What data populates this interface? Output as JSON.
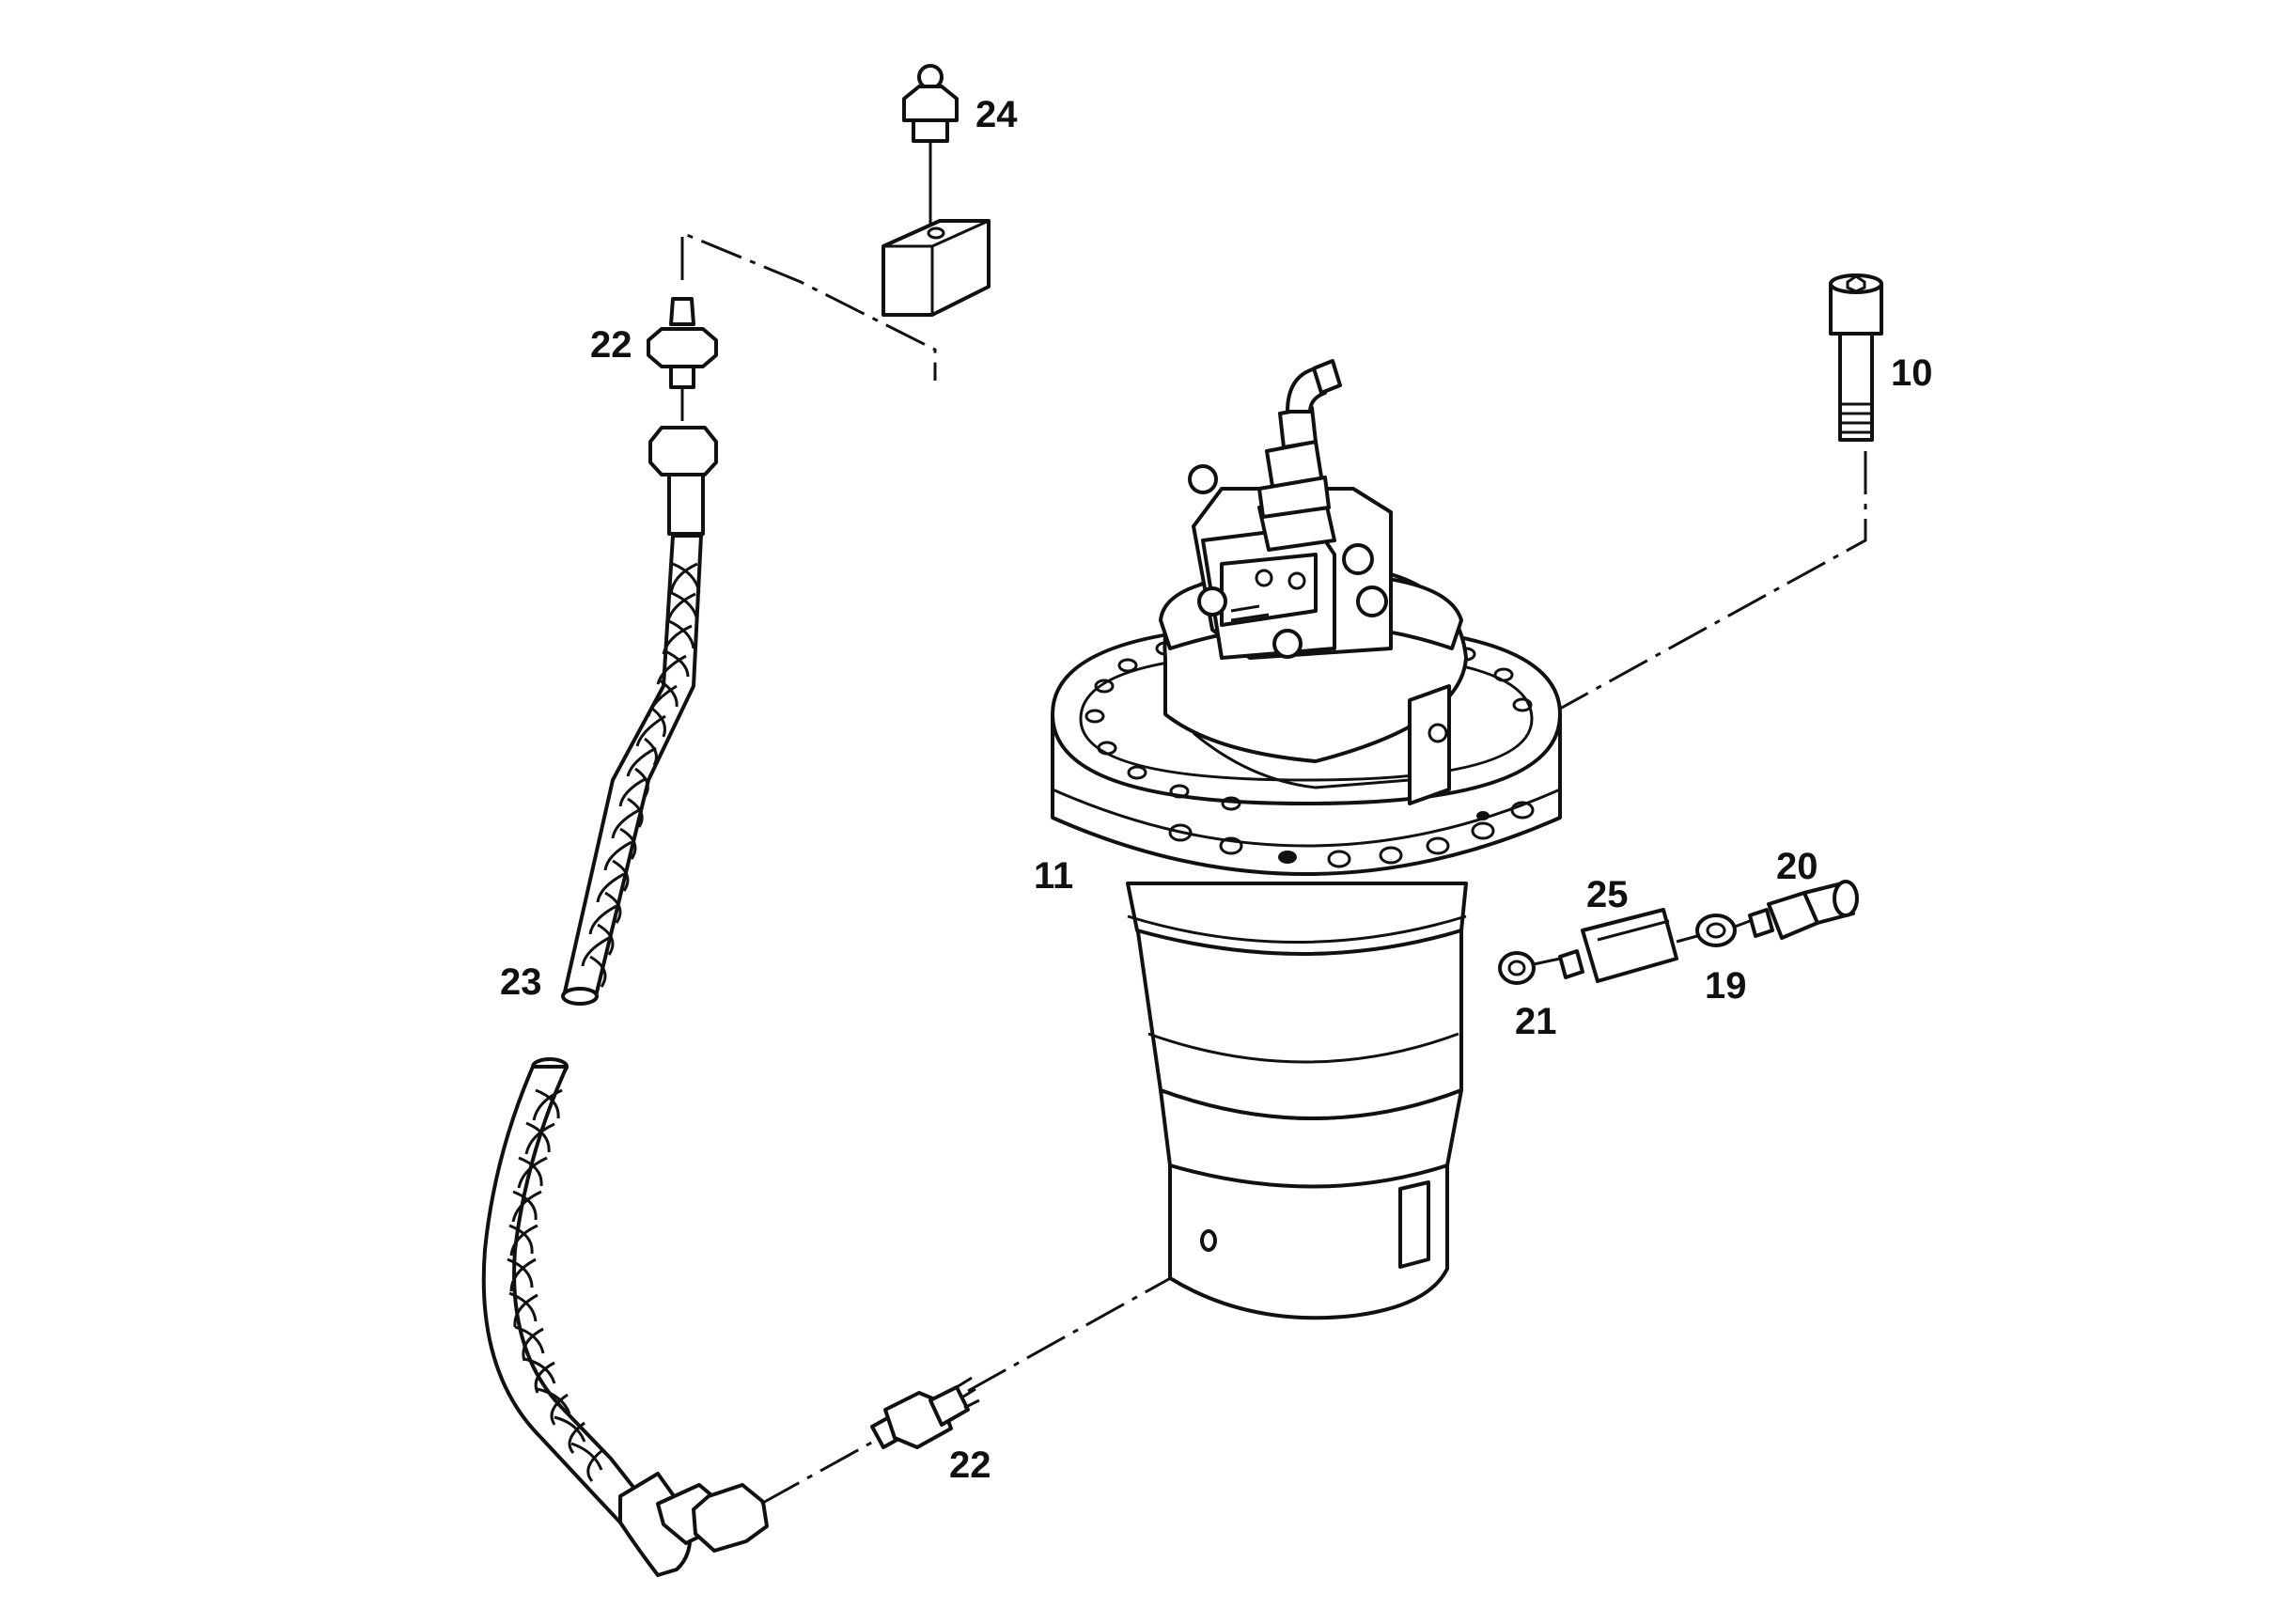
{
  "diagram": {
    "callouts": {
      "c24": "24",
      "c22_top": "22",
      "c10": "10",
      "c11": "11",
      "c25": "25",
      "c20": "20",
      "c21": "21",
      "c19": "19",
      "c23": "23",
      "c22_bottom": "22"
    },
    "colors": {
      "line": "#111111",
      "background": "#ffffff"
    }
  }
}
